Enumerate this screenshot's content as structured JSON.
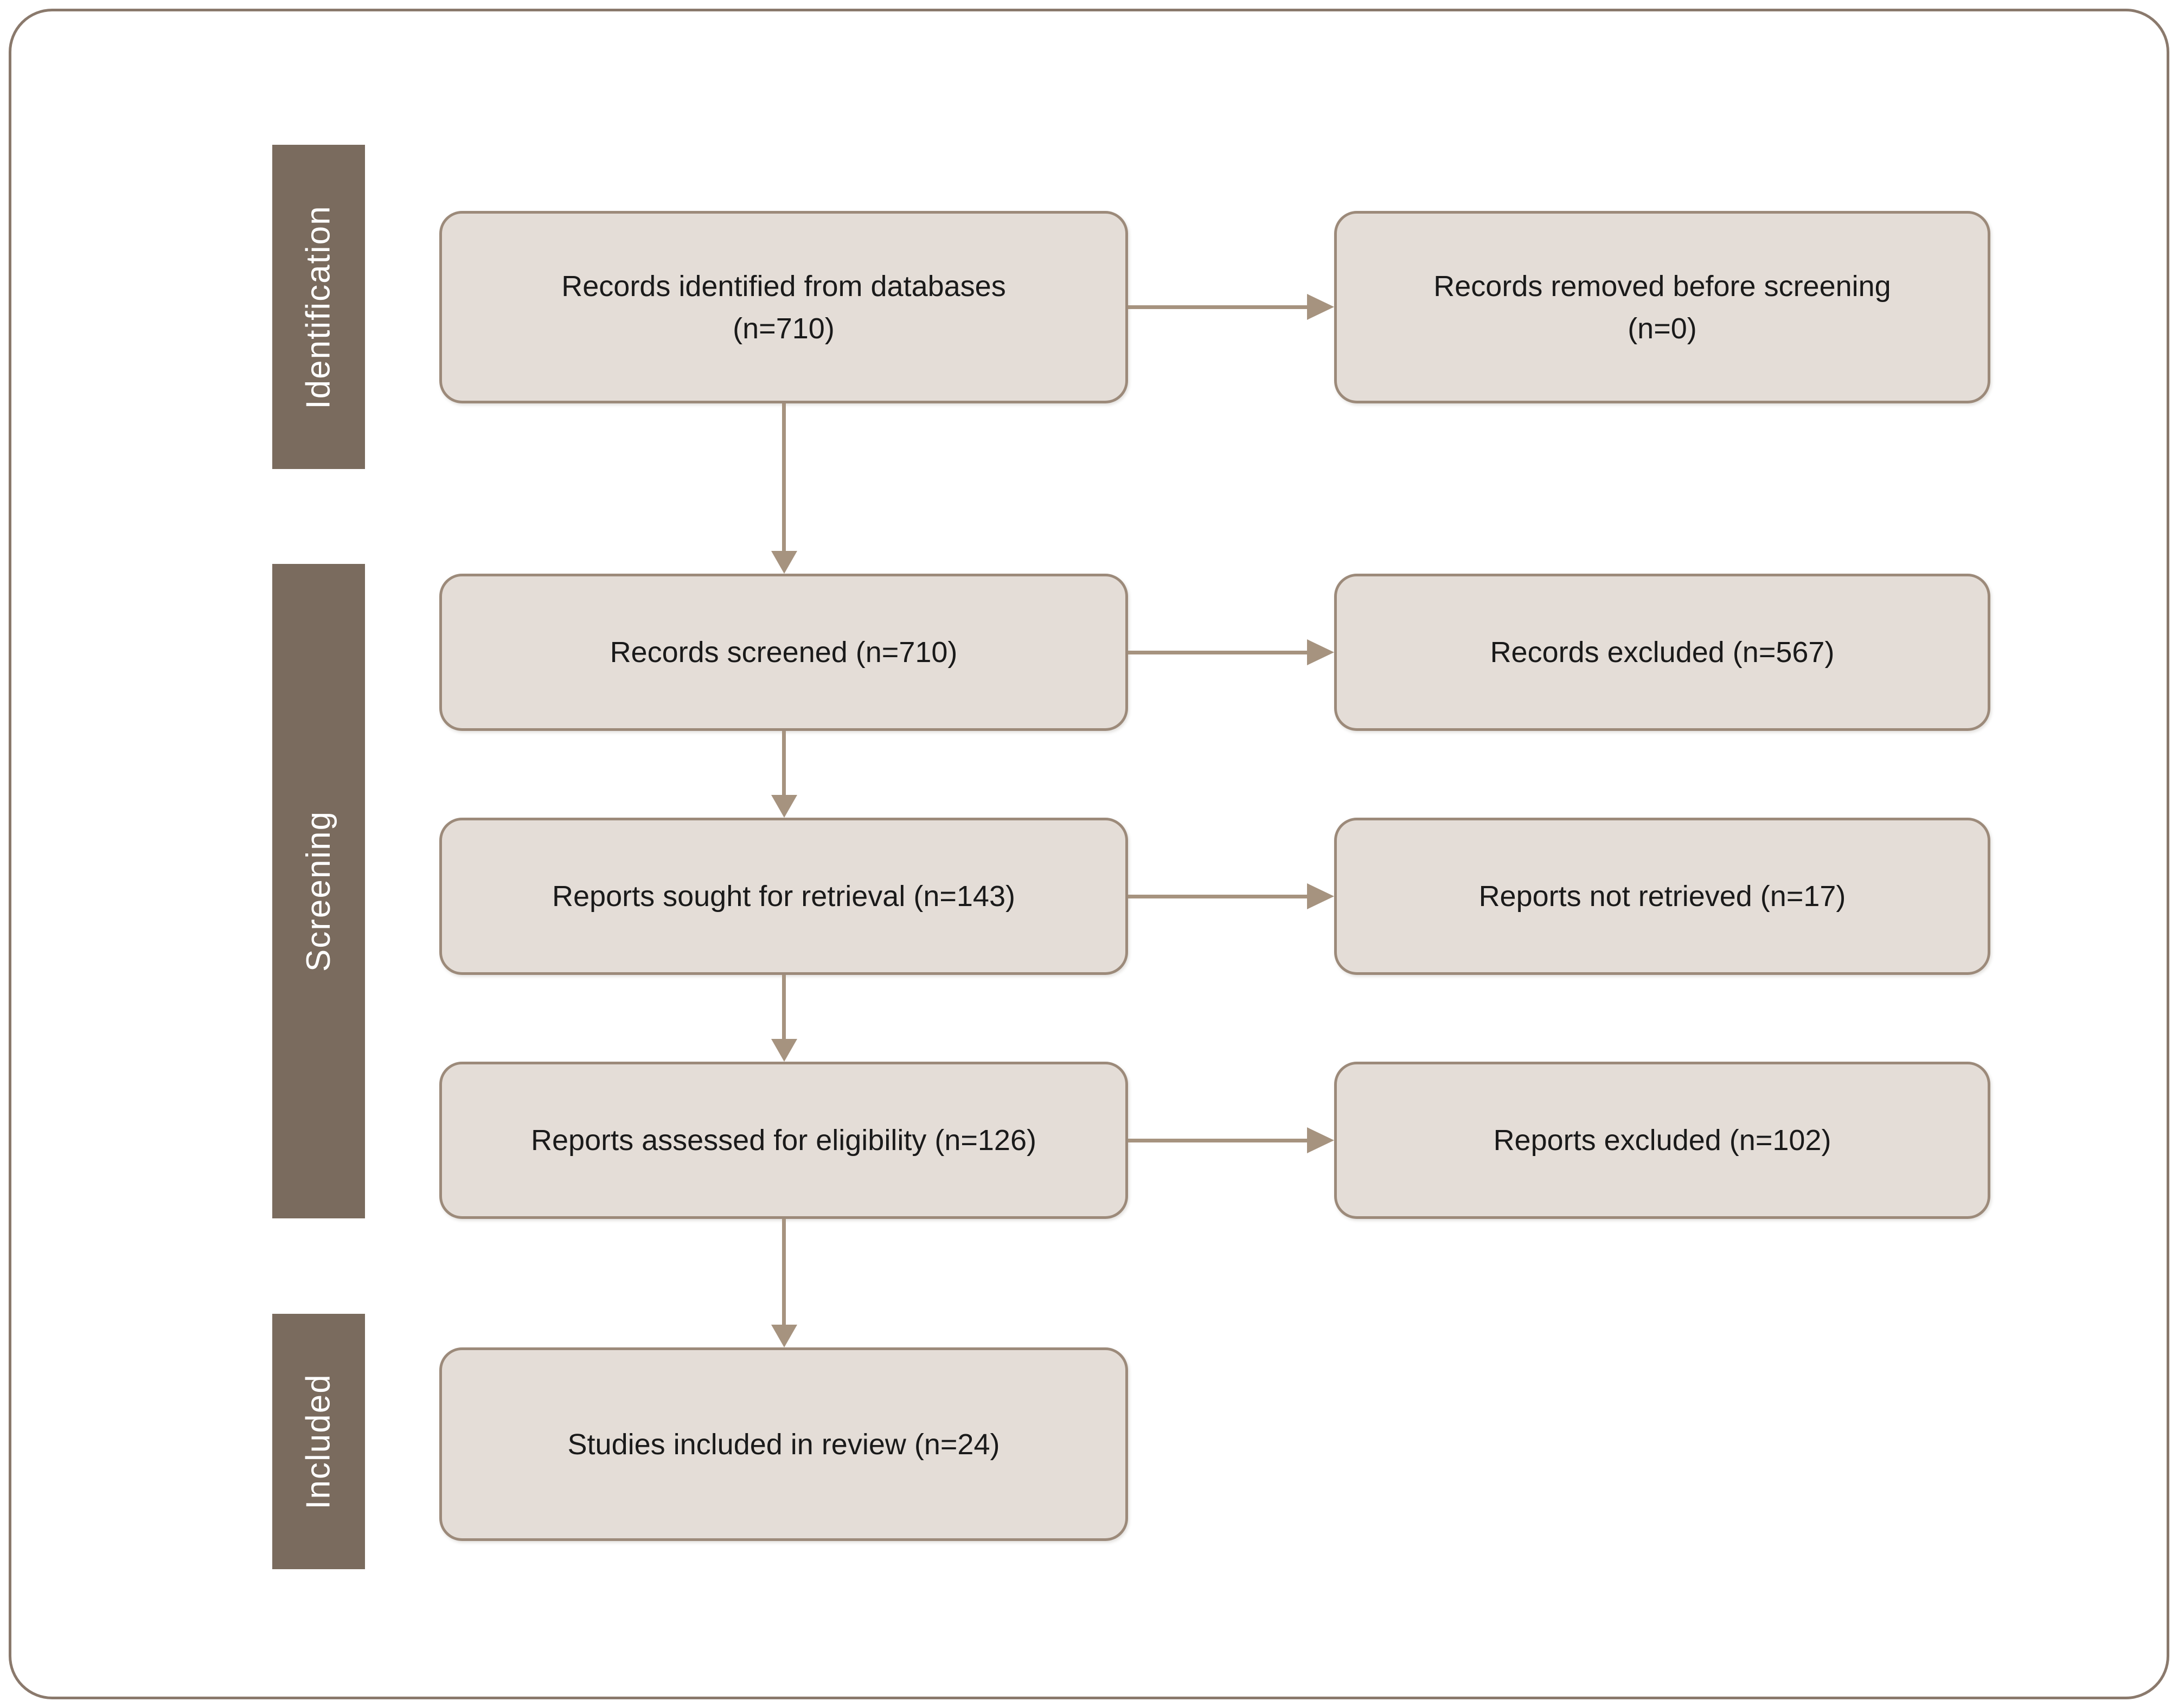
{
  "diagram": {
    "type": "prisma-flow",
    "sidebar": {
      "sections": [
        {
          "label": "Identification"
        },
        {
          "label": "Screening"
        },
        {
          "label": "Included"
        }
      ]
    },
    "flow": {
      "rows": [
        {
          "left": {
            "lines": [
              "Records identified from databases",
              "(n=710)"
            ]
          },
          "right": {
            "lines": [
              "Records removed before screening",
              "(n=0)"
            ]
          }
        },
        {
          "left": {
            "lines": [
              "Records screened (n=710)"
            ]
          },
          "right": {
            "lines": [
              "Records excluded (n=567)"
            ]
          }
        },
        {
          "left": {
            "lines": [
              "Reports sought for retrieval (n=143)"
            ]
          },
          "right": {
            "lines": [
              "Reports not retrieved (n=17)"
            ]
          }
        },
        {
          "left": {
            "lines": [
              "Reports assessed for eligibility (n=126)"
            ]
          },
          "right": {
            "lines": [
              "Reports excluded (n=102)"
            ]
          }
        },
        {
          "left": {
            "lines": [
              "Studies included in review (n=24)"
            ]
          }
        }
      ],
      "counts": {
        "records_identified": 710,
        "records_removed_before_screening": 0,
        "records_screened": 710,
        "records_excluded": 567,
        "reports_sought_for_retrieval": 143,
        "reports_not_retrieved": 17,
        "reports_assessed_for_eligibility": 126,
        "reports_excluded": 102,
        "studies_included_in_review": 24
      }
    }
  },
  "colors": {
    "background": "#ffffff",
    "outer_border": "#8a796c",
    "sidebar_fill": "#7a6b5e",
    "sidebar_text": "#ffffff",
    "box_fill": "#e4ddd7",
    "box_border": "#9c8a7a",
    "box_text": "#1a1a1a",
    "arrow": "#a6937f"
  }
}
